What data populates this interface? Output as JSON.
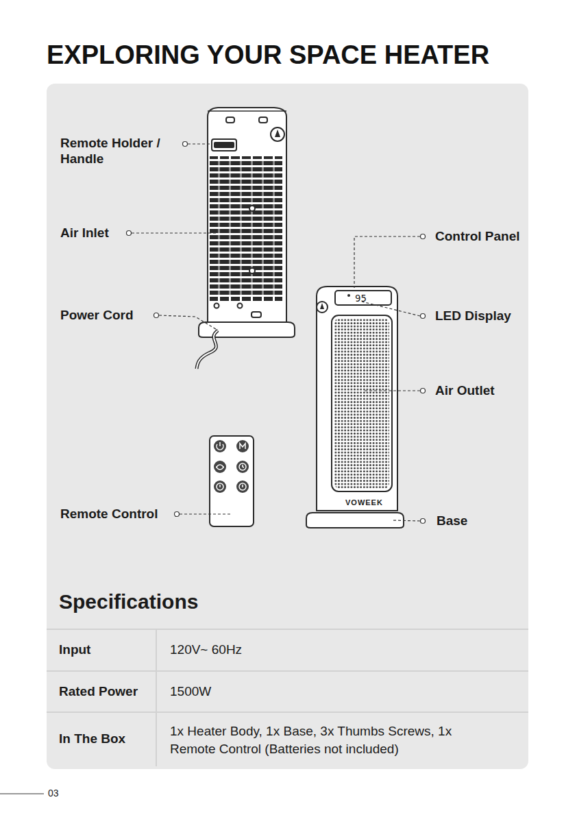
{
  "diagram": {
    "title": "EXPLORING YOUR SPACE HEATER",
    "labels": [
      "Remote Holder / Handle",
      "Air Inlet",
      "Power Cord",
      "Control Panel",
      "95",
      "LED Display",
      "Air Outlet",
      "VOWEEK",
      "Remote Control",
      "Base",
      "Specifications",
      "Input",
      "120V~ 60Hz",
      "Rated Power",
      "1500W",
      "In The Box",
      "1x Heater Body, 1x Base, 3x Thumbs Screws, 1x Remote Control (Batteries not included)",
      "03"
    ]
  }
}
